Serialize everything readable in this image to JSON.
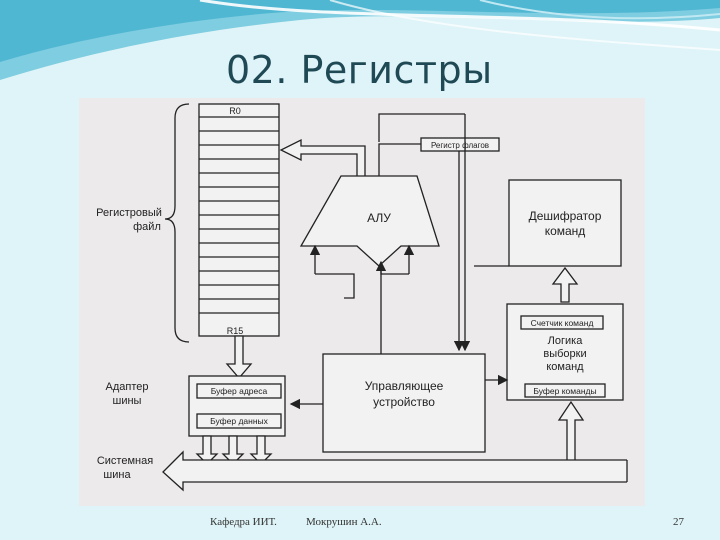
{
  "slide": {
    "title": "02. Регистры"
  },
  "diagram": {
    "register_top": "R0",
    "register_bottom": "R15",
    "register_file_label_1": "Регистровый",
    "register_file_label_2": "файл",
    "flags_register": "Регистр флагов",
    "alu": "АЛУ",
    "decoder_1": "Дешифратор",
    "decoder_2": "команд",
    "pc": "Счетчик команд",
    "fetch_logic_1": "Логика",
    "fetch_logic_2": "выборки",
    "fetch_logic_3": "команд",
    "instruction_buffer": "Буфер команды",
    "control_unit_1": "Управляющее",
    "control_unit_2": "устройство",
    "bus_adapter_1": "Адаптер",
    "bus_adapter_2": "шины",
    "address_buffer": "Буфер адреса",
    "data_buffer": "Буфер данных",
    "system_bus_1": "Системная",
    "system_bus_2": "шина"
  },
  "footer": {
    "department": "Кафедра ИИТ.",
    "author": "Мокрушин А.А.",
    "page": "27"
  }
}
